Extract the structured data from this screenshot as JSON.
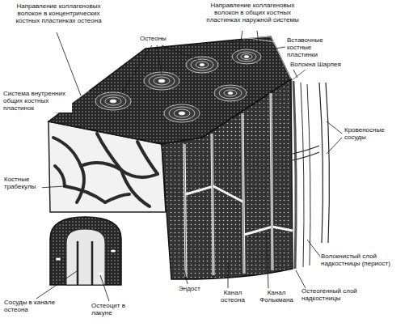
{
  "diagram": {
    "labels": [
      "Направление коллагеновых волокон в концентрических костных пластинках остеона",
      "Остеоны",
      "Направление коллагеновых волокон в общих костных пластинках наружной системы",
      "Вставочные костные пластинки",
      "Волокна Шарпея",
      "Кровеносные сосуды",
      "Система внутренних общих костных пластинок",
      "Костные трабекулы",
      "Волокнистый слой надкостницы (периост)",
      "Остеогенный слой надкостницы",
      "Эндост",
      "Канал остеона",
      "Канал Фолькмана",
      "Сосуды в канале остеона",
      "Остеоцит в лакуне"
    ]
  }
}
